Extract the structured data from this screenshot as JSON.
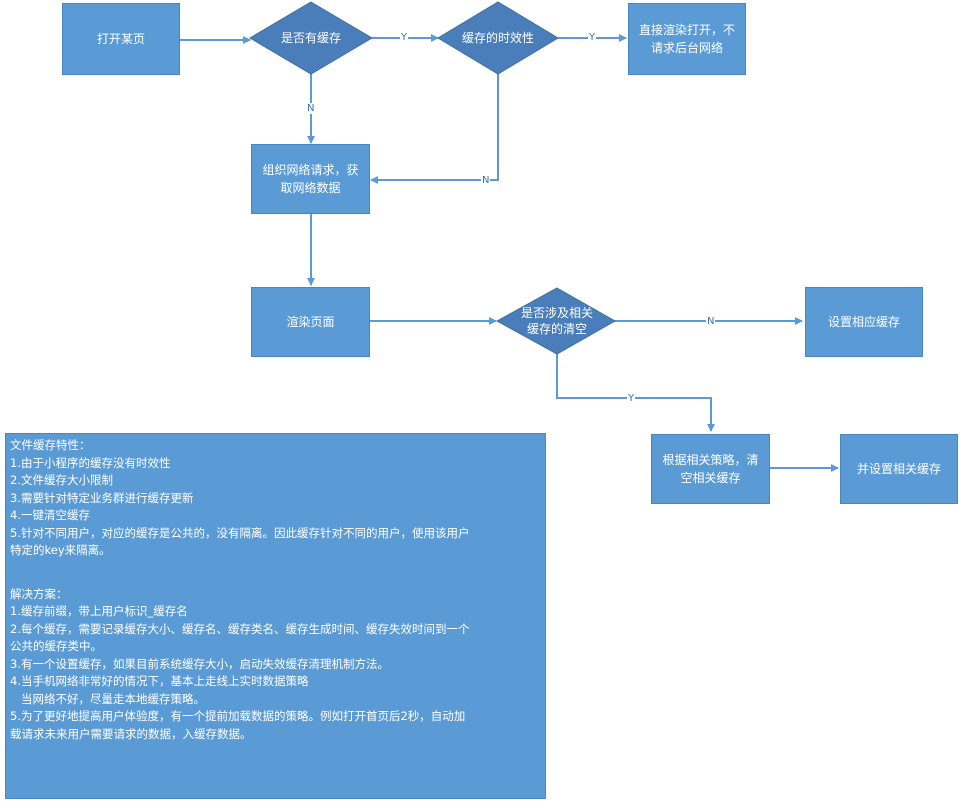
{
  "nodes": {
    "open_page": "打开某页",
    "has_cache": "是否有缓存",
    "cache_valid": "缓存的时效性",
    "render_direct_l1": "直接渲染打开，不",
    "render_direct_l2": "请求后台网络",
    "network_request_l1": "组织网络请求，获",
    "network_request_l2": "取网络数据",
    "render_page": "渲染页面",
    "involve_clear_l1": "是否涉及相关",
    "involve_clear_l2": "缓存的清空",
    "set_cache": "设置相应缓存",
    "clear_by_policy_l1": "根据相关策略，清",
    "clear_by_policy_l2": "空相关缓存",
    "set_related_cache": "并设置相关缓存"
  },
  "edges": {
    "has_cache_yes": "Y",
    "valid_yes": "Y",
    "has_cache_no": "N",
    "valid_no": "N",
    "clear_no": "N",
    "clear_yes": "Y"
  },
  "notes": {
    "features": [
      "文件缓存特性：",
      "1.由于小程序的缓存没有时效性",
      "2.文件缓存大小限制",
      "3.需要针对特定业务群进行缓存更新",
      "4.一键清空缓存",
      "5.针对不同用户，对应的缓存是公共的，没有隔离。因此缓存针对不同的用户，使用该用户",
      "特定的key来隔离。"
    ],
    "solutions": [
      "解决方案：",
      "1.缓存前缀，带上用户标识_缓存名",
      "2.每个缓存，需要记录缓存大小、缓存名、缓存类名、缓存生成时间、缓存失效时间到一个",
      "公共的缓存类中。",
      "3.有一个设置缓存，如果目前系统缓存大小，启动失效缓存清理机制方法。",
      "4.当手机网络非常好的情况下，基本上走线上实时数据策略",
      "   当网络不好，尽量走本地缓存策略。",
      "5.为了更好地提高用户体验度，有一个提前加载数据的策略。例如打开首页后2秒，自动加",
      "载请求未来用户需要请求的数据，入缓存数据。"
    ]
  },
  "colors": {
    "fill": "#5b9bd5",
    "stroke": "#4a86be",
    "diamond": "#4a7ebb",
    "line": "#5b9bd5",
    "text": "#ffffff"
  }
}
